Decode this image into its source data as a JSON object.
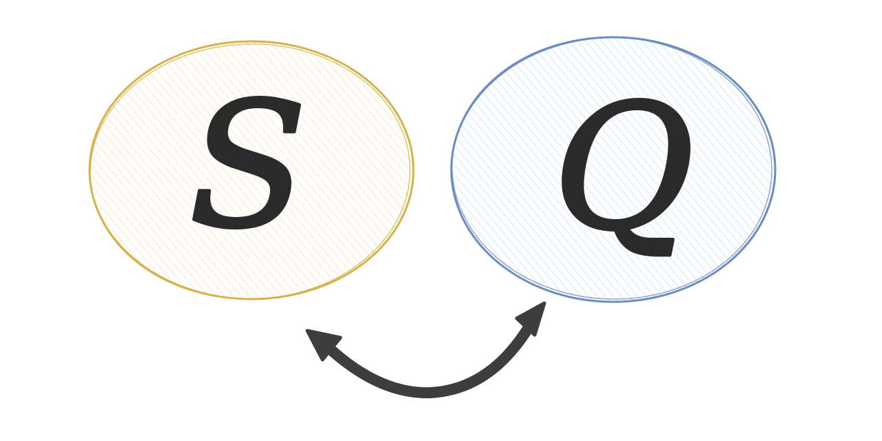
{
  "diagram": {
    "nodes": [
      {
        "id": "left",
        "label": "S",
        "fill": "#fff3d6",
        "stroke": "#d4b24c"
      },
      {
        "id": "right",
        "label": "Q",
        "fill": "#e3efff",
        "stroke": "#6b8cbf"
      }
    ],
    "connector": {
      "direction": "bidirectional",
      "color": "#3d3d3d"
    }
  }
}
